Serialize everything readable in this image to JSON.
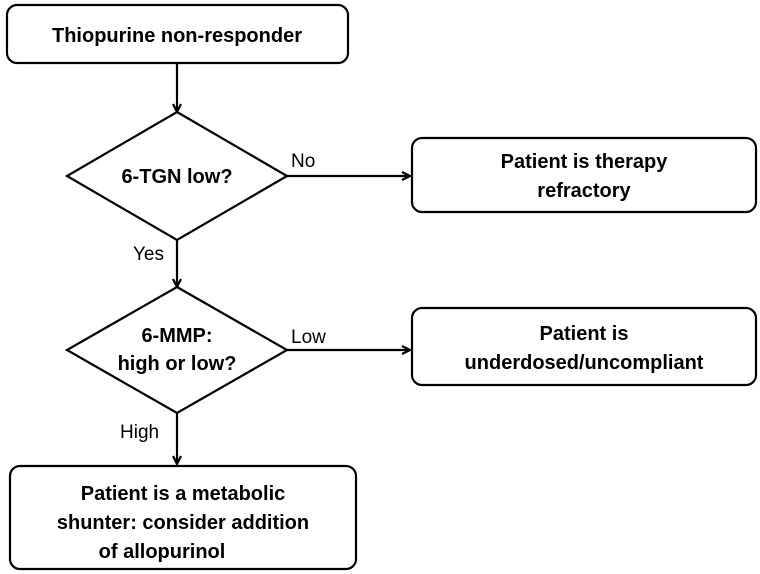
{
  "diagram": {
    "nodes": {
      "start": {
        "lines": [
          "Thiopurine non-responder"
        ]
      },
      "decision_tgn": {
        "lines": [
          "6-TGN low?"
        ]
      },
      "refractory": {
        "lines": [
          "Patient is therapy",
          "refractory"
        ]
      },
      "decision_mmp": {
        "lines": [
          "6-MMP:",
          "high or low?"
        ]
      },
      "underdosed": {
        "lines": [
          "Patient is",
          "underdosed/uncompliant"
        ]
      },
      "shunter": {
        "lines": [
          "Patient is a metabolic",
          "shunter: consider addition",
          "of allopurinol"
        ]
      }
    },
    "edges": {
      "no": "No",
      "yes": "Yes",
      "low": "Low",
      "high": "High"
    }
  }
}
